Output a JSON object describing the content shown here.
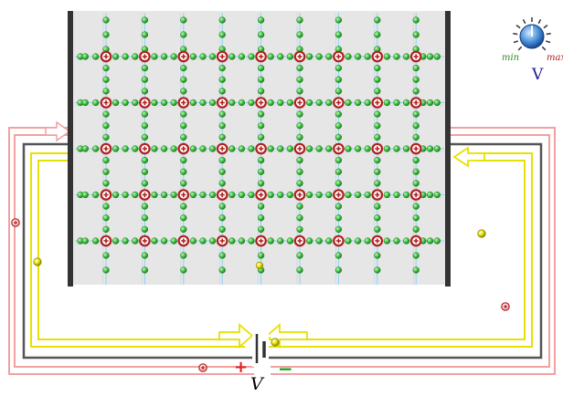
{
  "knob": {
    "min_label": "min",
    "max_label": "max",
    "quantity_label": "V",
    "level": 0.5
  },
  "battery": {
    "label": "V",
    "positive_sign": "+",
    "negative_sign": "−"
  },
  "lattice": {
    "rows": 5,
    "cols": 9,
    "bonds_per_gap": 3
  },
  "colors": {
    "crystal_fill": "#e6e6e6",
    "plate": "#333333",
    "grid_line": "#8fd3ee",
    "electron": "#3cbf3c",
    "ion_ring": "#b02020",
    "ion_fill": "#ffffff",
    "wire_outer": "#f2a0a0",
    "wire_middle": "#555555",
    "wire_inner": "#e8e000",
    "knob_min": "#2a8a2a",
    "knob_max": "#b02020",
    "knob_v": "#1a1a90",
    "plus_sign": "#e02020",
    "minus_sign": "#20a020"
  }
}
